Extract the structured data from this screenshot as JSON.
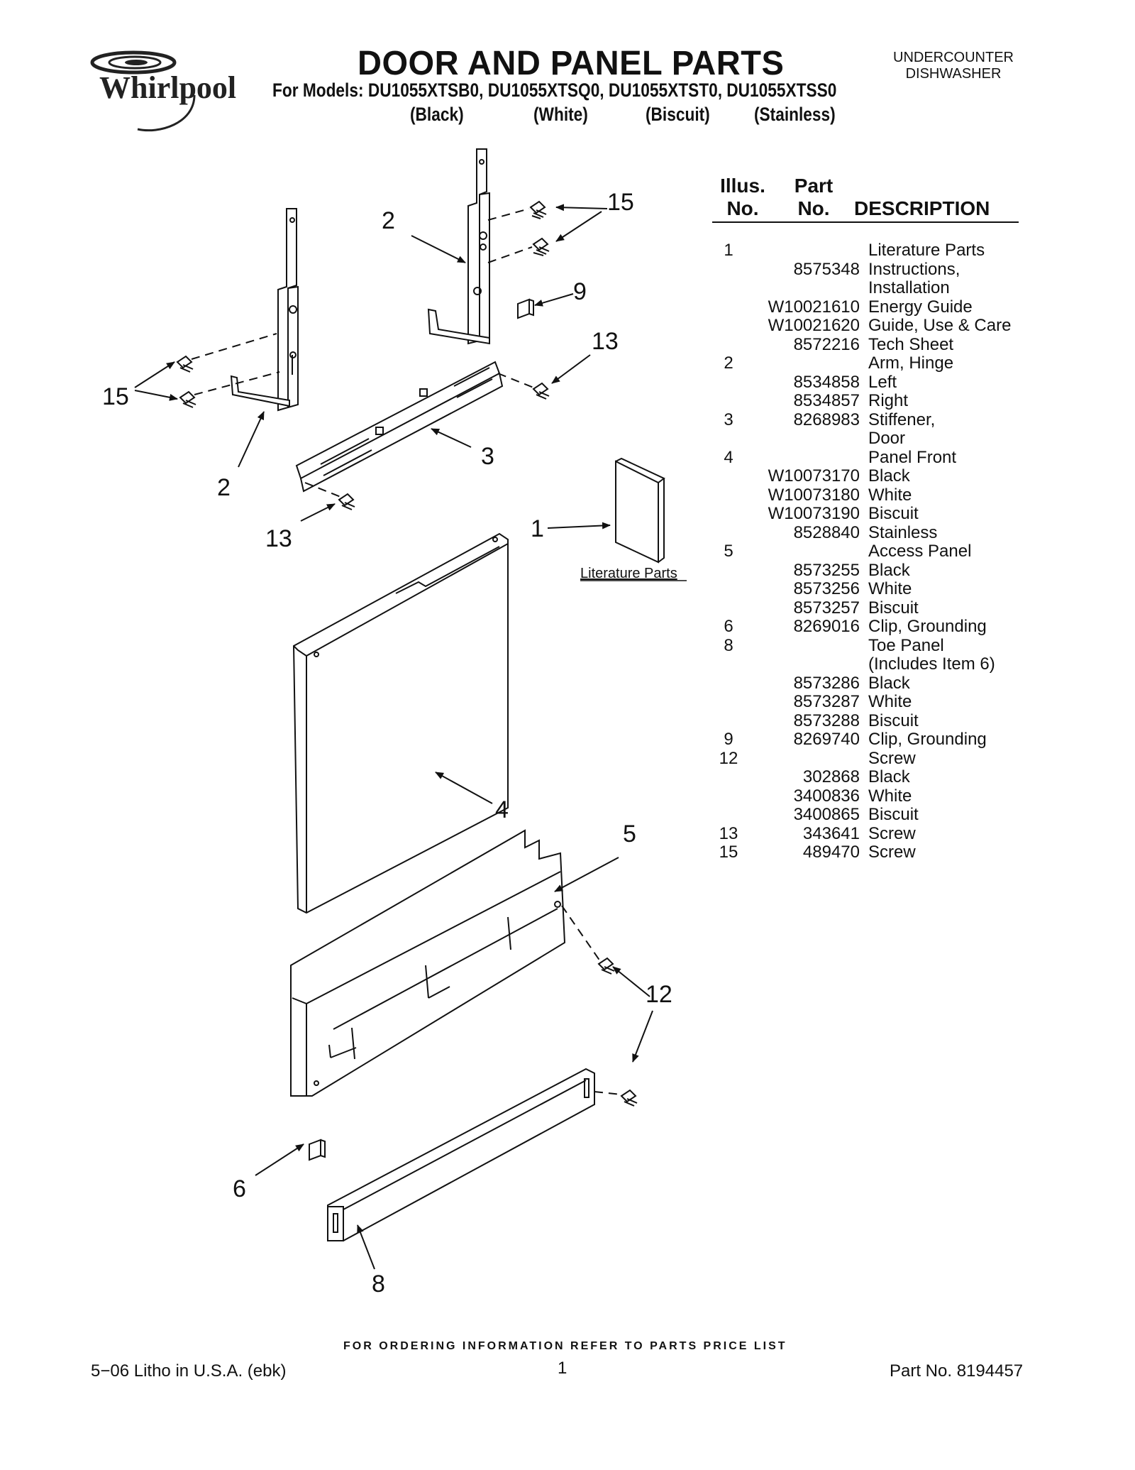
{
  "header": {
    "brand": "Whirlpool",
    "title": "DOOR AND PANEL PARTS",
    "models_line": "For Models: DU1055XTSB0, DU1055XTSQ0, DU1055XTST0, DU1055XTSS0",
    "colors": [
      "(Black)",
      "(White)",
      "(Biscuit)",
      "(Stainless)"
    ],
    "product_line1": "UNDERCOUNTER",
    "product_line2": "DISHWASHER"
  },
  "parts_table": {
    "headers": {
      "illus_top": "Illus.",
      "illus_bottom": "No.",
      "part_top": "Part",
      "part_bottom": "No.",
      "description": "DESCRIPTION"
    },
    "rows": [
      {
        "illus": "1",
        "part": "",
        "desc": "Literature Parts"
      },
      {
        "illus": "",
        "part": "8575348",
        "desc": "Instructions,"
      },
      {
        "illus": "",
        "part": "",
        "desc": "Installation"
      },
      {
        "illus": "",
        "part": "W10021610",
        "desc": "Energy Guide"
      },
      {
        "illus": "",
        "part": "W10021620",
        "desc": "Guide, Use & Care"
      },
      {
        "illus": "",
        "part": "8572216",
        "desc": "Tech Sheet"
      },
      {
        "illus": "2",
        "part": "",
        "desc": "Arm, Hinge"
      },
      {
        "illus": "",
        "part": "8534858",
        "desc": "Left"
      },
      {
        "illus": "",
        "part": "8534857",
        "desc": "Right"
      },
      {
        "illus": "3",
        "part": "8268983",
        "desc": "Stiffener,"
      },
      {
        "illus": "",
        "part": "",
        "desc": "Door"
      },
      {
        "illus": "4",
        "part": "",
        "desc": "Panel Front"
      },
      {
        "illus": "",
        "part": "W10073170",
        "desc": "Black"
      },
      {
        "illus": "",
        "part": "W10073180",
        "desc": "White"
      },
      {
        "illus": "",
        "part": "W10073190",
        "desc": "Biscuit"
      },
      {
        "illus": "",
        "part": "8528840",
        "desc": "Stainless"
      },
      {
        "illus": "5",
        "part": "",
        "desc": "Access Panel"
      },
      {
        "illus": "",
        "part": "8573255",
        "desc": "Black"
      },
      {
        "illus": "",
        "part": "8573256",
        "desc": "White"
      },
      {
        "illus": "",
        "part": "8573257",
        "desc": "Biscuit"
      },
      {
        "illus": "6",
        "part": "8269016",
        "desc": "Clip, Grounding"
      },
      {
        "illus": "8",
        "part": "",
        "desc": "Toe Panel"
      },
      {
        "illus": "",
        "part": "",
        "desc": "(Includes Item 6)"
      },
      {
        "illus": "",
        "part": "8573286",
        "desc": "Black"
      },
      {
        "illus": "",
        "part": "8573287",
        "desc": "White"
      },
      {
        "illus": "",
        "part": "8573288",
        "desc": "Biscuit"
      },
      {
        "illus": "9",
        "part": "8269740",
        "desc": "Clip, Grounding"
      },
      {
        "illus": "12",
        "part": "",
        "desc": "Screw"
      },
      {
        "illus": "",
        "part": "302868",
        "desc": "Black"
      },
      {
        "illus": "",
        "part": "3400836",
        "desc": "White"
      },
      {
        "illus": "",
        "part": "3400865",
        "desc": "Biscuit"
      },
      {
        "illus": "13",
        "part": "343641",
        "desc": "Screw"
      },
      {
        "illus": "15",
        "part": "489470",
        "desc": "Screw"
      }
    ]
  },
  "diagram": {
    "callouts": {
      "c15_top": "15",
      "c2_top": "2",
      "c9": "9",
      "c13_top": "13",
      "c15_left": "15",
      "c3": "3",
      "c2_left": "2",
      "c13_left": "13",
      "c1": "1",
      "c4": "4",
      "c5": "5",
      "c12": "12",
      "c6": "6",
      "c8": "8"
    },
    "literature_label": "Literature Parts"
  },
  "footer": {
    "ordering_note": "FOR ORDERING INFORMATION REFER TO PARTS PRICE LIST",
    "litho": "5−06 Litho in U.S.A. (ebk)",
    "page": "1",
    "part_no": "Part No. 8194457"
  }
}
